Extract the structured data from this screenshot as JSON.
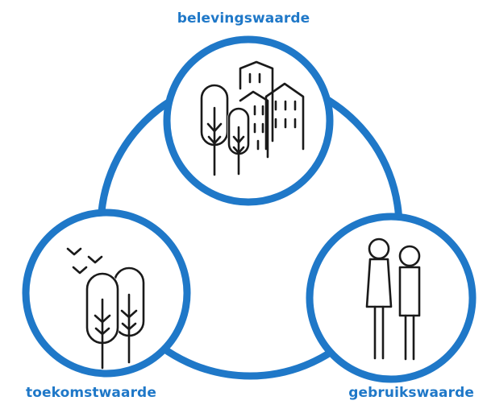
{
  "diagram": {
    "accent_color": "#1f78c8",
    "icon_color": "#1a1a1a",
    "nodes": [
      {
        "label": "belevingswaarde",
        "icon": "city-with-trees-icon"
      },
      {
        "label": "toekomstwaarde",
        "icon": "trees-with-birds-icon"
      },
      {
        "label": "gebruikswaarde",
        "icon": "two-people-icon"
      }
    ]
  }
}
